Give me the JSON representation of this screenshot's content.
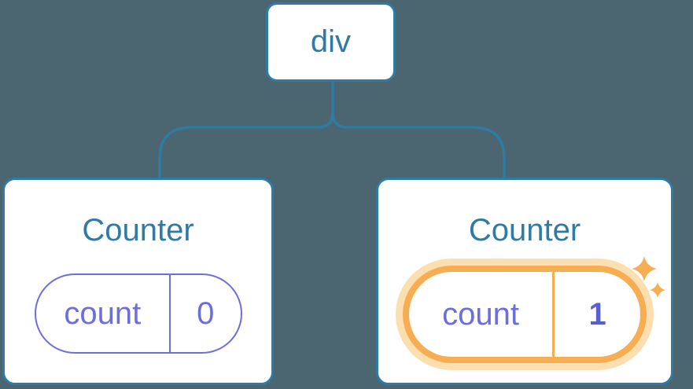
{
  "diagram": {
    "type": "react-component-tree",
    "root": {
      "label": "div"
    },
    "children": [
      {
        "title": "Counter",
        "state_key": "count",
        "state_value": "0",
        "highlighted": false
      },
      {
        "title": "Counter",
        "state_key": "count",
        "state_value": "1",
        "highlighted": true,
        "badge_icon": "sparkles-icon"
      }
    ],
    "colors": {
      "background": "#4B6671",
      "blue": "#2E7BA4",
      "purple": "#6B6FDB",
      "orange": "#F7AD52",
      "orange_halo": "#FCDFB1"
    }
  }
}
